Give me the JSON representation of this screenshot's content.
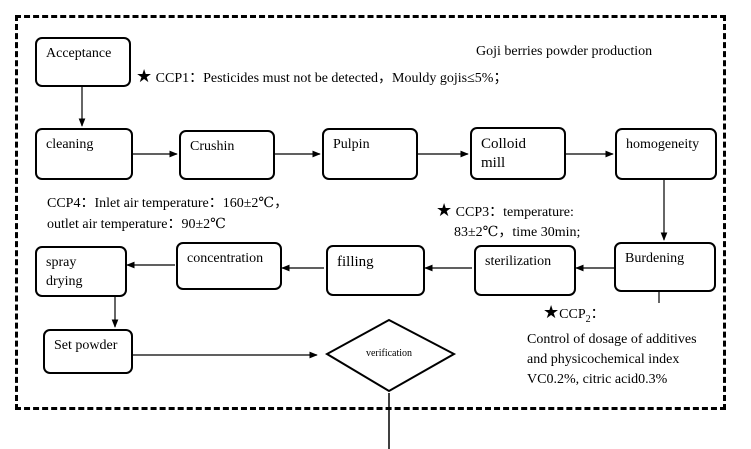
{
  "title": "Goji berries powder production",
  "nodes": {
    "acceptance": "Acceptance",
    "cleaning": "cleaning",
    "crushin": "Crushin",
    "pulpin": "Pulpin",
    "colloid_mill": [
      "Colloid",
      "mill"
    ],
    "homogeneity": "homogeneity",
    "burdening": "Burdening",
    "sterilization": "sterilization",
    "filling": "filling",
    "concentration": "concentration",
    "spray_drying": [
      "spray",
      "drying"
    ],
    "set_powder": "Set powder",
    "verification": "verification"
  },
  "annotations": {
    "ccp1": "CCP1：Pesticides must not be detected，Mouldy gojis≤5%；",
    "ccp4": [
      "CCP4：Inlet air temperature：160±2℃，",
      "outlet air temperature：90±2℃"
    ],
    "ccp3": [
      "CCP3：temperature:",
      "83±2℃，time 30min;"
    ],
    "ccp2_label": "CCP",
    "ccp2_sub": "2",
    "ccp2_suffix": "：",
    "ccp2_lines": [
      "Control of dosage of additives",
      "and physicochemical index",
      "VC0.2%, citric acid0.3%"
    ]
  },
  "symbols": {
    "star": "★"
  }
}
